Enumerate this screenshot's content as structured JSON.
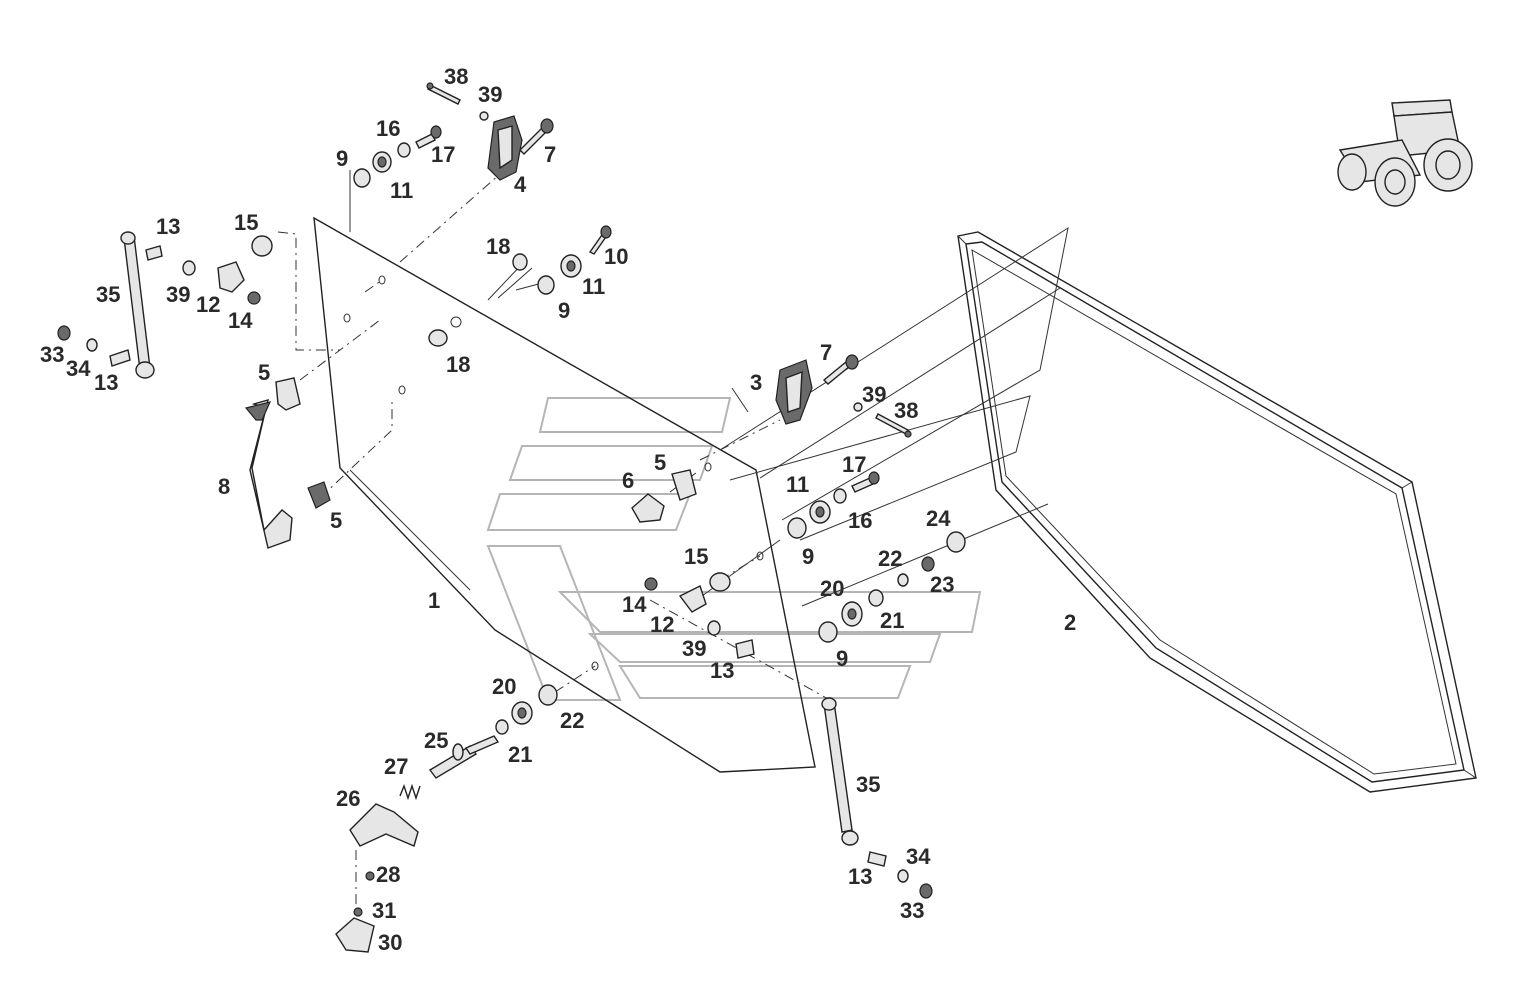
{
  "diagram": {
    "callouts": [
      "1",
      "2",
      "3",
      "4",
      "5",
      "6",
      "7",
      "8",
      "9",
      "10",
      "11",
      "12",
      "13",
      "14",
      "15",
      "16",
      "17",
      "18",
      "20",
      "21",
      "22",
      "23",
      "24",
      "25",
      "26",
      "27",
      "28",
      "30",
      "31",
      "33",
      "34",
      "35",
      "38",
      "39"
    ]
  },
  "icons": {
    "tractor": "tractor-icon"
  }
}
